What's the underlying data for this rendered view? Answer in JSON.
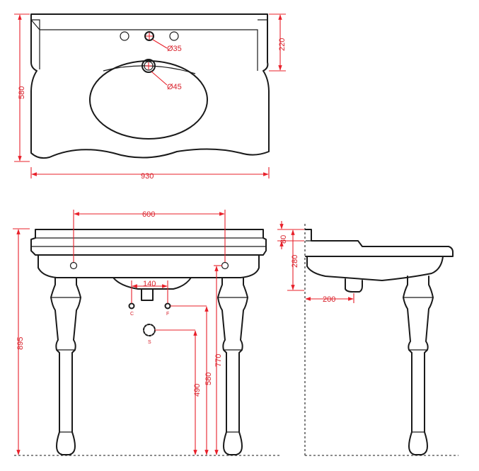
{
  "dimensions": {
    "top_width": "930",
    "top_depth": "580",
    "top_back_depth": "220",
    "tap_hole": "Ø35",
    "overflow_hole": "Ø45",
    "leg_spacing": "600",
    "drain_spacing": "140",
    "total_height": "895",
    "height_770": "770",
    "height_580": "580",
    "height_490": "490",
    "side_splash": "80",
    "side_depth": "280",
    "side_offset": "200"
  },
  "connections": {
    "cold": "C",
    "hot": "F",
    "waste": "S"
  },
  "colors": {
    "outline": "#1a1a1a",
    "dimension": "#e8202a"
  }
}
